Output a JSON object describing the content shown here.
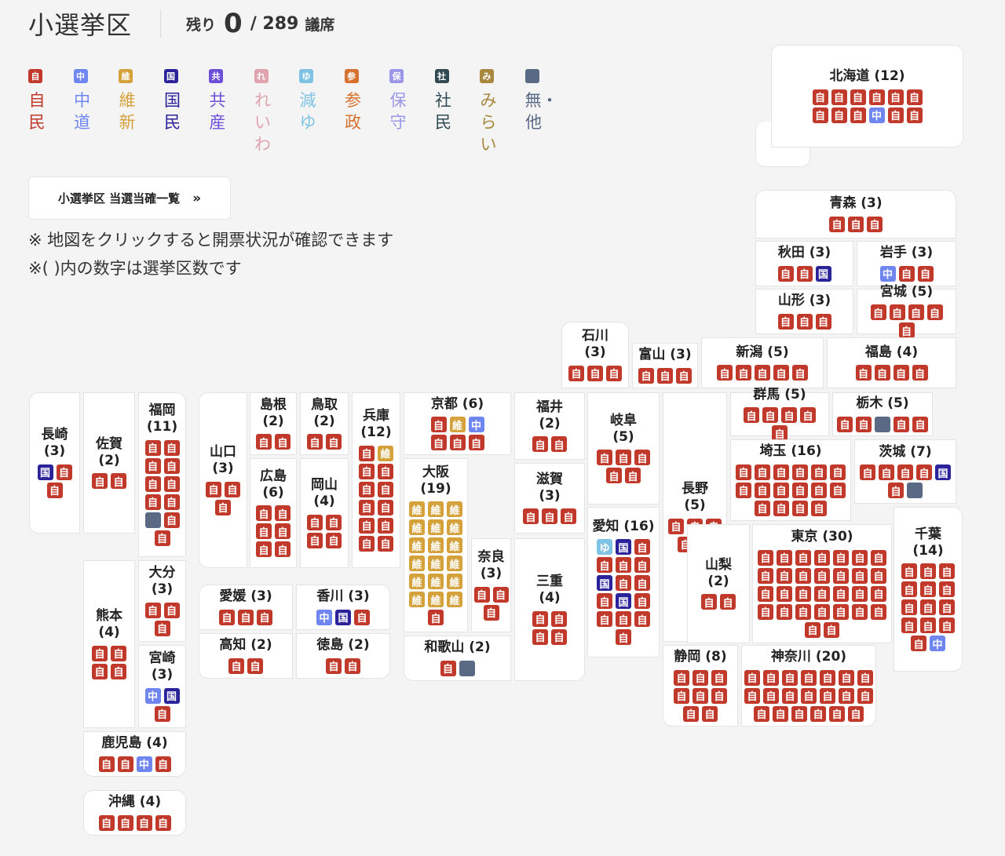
{
  "header": {
    "title": "小選挙区",
    "remaining_label": "残り",
    "remaining_count": "0",
    "total": "/ 289",
    "unit": "議席"
  },
  "parties": {
    "ldp": {
      "badge": "自",
      "name": "自民",
      "color": "#c0392b"
    },
    "chudo": {
      "badge": "中",
      "name": "中道",
      "color": "#6f86f0"
    },
    "ishin": {
      "badge": "維",
      "name": "維新",
      "color": "#d4a13a"
    },
    "dpp": {
      "badge": "国",
      "name": "国民",
      "color": "#2a239a"
    },
    "jcp": {
      "badge": "共",
      "name": "共産",
      "color": "#6b4fd8"
    },
    "reiwa": {
      "badge": "れ",
      "name": "れいわ",
      "color": "#e0a4ae"
    },
    "genzei": {
      "badge": "ゆ",
      "name": "減ゆ",
      "color": "#7ec3e3"
    },
    "sanseito": {
      "badge": "参",
      "name": "参政",
      "color": "#d6712f"
    },
    "hoshu": {
      "badge": "保",
      "name": "保守",
      "color": "#9a97e8"
    },
    "sdp": {
      "badge": "社",
      "name": "社民",
      "color": "#2f4a52"
    },
    "mirai": {
      "badge": "み",
      "name": "みらい",
      "color": "#a8873e"
    },
    "ind": {
      "badge": "",
      "name": "無・他",
      "color": "#5a6a85"
    }
  },
  "legend_order": [
    "ldp",
    "chudo",
    "ishin",
    "dpp",
    "jcp",
    "reiwa",
    "genzei",
    "sanseito",
    "hoshu",
    "sdp",
    "mirai",
    "ind"
  ],
  "list_button": {
    "label": "小選挙区 当選当確一覧",
    "icon": "double-chevron-right-icon"
  },
  "notes": [
    "※ 地図をクリックすると開票状況が確認できます",
    "※( )内の数字は選挙区数です"
  ],
  "prefectures": [
    {
      "id": "hokkaido",
      "name": "北海道 (12)",
      "seats": [
        "自",
        "自",
        "自",
        "自",
        "自",
        "自",
        "自",
        "自",
        "自",
        "中",
        "自",
        "自"
      ]
    },
    {
      "id": "aomori",
      "name": "青森 (3)",
      "seats": [
        "自",
        "自",
        "自"
      ]
    },
    {
      "id": "akita",
      "name": "秋田 (3)",
      "seats": [
        "自",
        "自",
        "国"
      ]
    },
    {
      "id": "iwate",
      "name": "岩手 (3)",
      "seats": [
        "中",
        "自",
        "自"
      ]
    },
    {
      "id": "yamagata",
      "name": "山形 (3)",
      "seats": [
        "自",
        "自",
        "自"
      ]
    },
    {
      "id": "miyagi",
      "name": "宮城 (5)",
      "seats": [
        "自",
        "自",
        "自",
        "自",
        "自"
      ]
    },
    {
      "id": "ishikawa",
      "name": "石川\n(3)",
      "seats": [
        "自",
        "自",
        "自"
      ]
    },
    {
      "id": "toyama",
      "name": "富山 (3)",
      "seats": [
        "自",
        "自",
        "自"
      ]
    },
    {
      "id": "niigata",
      "name": "新潟 (5)",
      "seats": [
        "自",
        "自",
        "自",
        "自",
        "自"
      ]
    },
    {
      "id": "fukushima",
      "name": "福島 (4)",
      "seats": [
        "自",
        "自",
        "自",
        "自"
      ]
    },
    {
      "id": "nagasaki",
      "name": "長崎\n(3)",
      "seats": [
        "国",
        "自",
        "自"
      ]
    },
    {
      "id": "saga",
      "name": "佐賀\n(2)",
      "seats": [
        "自",
        "自"
      ]
    },
    {
      "id": "fukuoka",
      "name": "福岡\n(11)",
      "seats": [
        "自",
        "自",
        "自",
        "自",
        "自",
        "自",
        "自",
        "自",
        "無",
        "自",
        "自"
      ]
    },
    {
      "id": "yamaguchi",
      "name": "山口\n(3)",
      "seats": [
        "自",
        "自",
        "自"
      ]
    },
    {
      "id": "shimane",
      "name": "島根\n(2)",
      "seats": [
        "自",
        "自"
      ]
    },
    {
      "id": "tottori",
      "name": "鳥取\n(2)",
      "seats": [
        "自",
        "自"
      ]
    },
    {
      "id": "hyogo",
      "name": "兵庫\n(12)",
      "seats": [
        "自",
        "維",
        "自",
        "自",
        "自",
        "自",
        "自",
        "自",
        "自",
        "自",
        "自",
        "自"
      ]
    },
    {
      "id": "kyoto",
      "name": "京都 (6)",
      "seats": [
        "自",
        "維",
        "中",
        "自",
        "自",
        "自"
      ]
    },
    {
      "id": "fukui",
      "name": "福井\n(2)",
      "seats": [
        "自",
        "自"
      ]
    },
    {
      "id": "gifu",
      "name": "岐阜\n(5)",
      "seats": [
        "自",
        "自",
        "自",
        "自",
        "自"
      ]
    },
    {
      "id": "nagano",
      "name": "長野\n(5)",
      "seats": [
        "自",
        "自",
        "自",
        "自",
        "自"
      ]
    },
    {
      "id": "gunma",
      "name": "群馬 (5)",
      "seats": [
        "自",
        "自",
        "自",
        "自",
        "自"
      ]
    },
    {
      "id": "tochigi",
      "name": "栃木 (5)",
      "seats": [
        "自",
        "自",
        "無",
        "自",
        "自"
      ]
    },
    {
      "id": "hiroshima",
      "name": "広島\n(6)",
      "seats": [
        "自",
        "自",
        "自",
        "自",
        "自",
        "自"
      ]
    },
    {
      "id": "okayama",
      "name": "岡山\n(4)",
      "seats": [
        "自",
        "自",
        "自",
        "自"
      ]
    },
    {
      "id": "osaka",
      "name": "大阪\n(19)",
      "seats": [
        "維",
        "維",
        "維",
        "維",
        "維",
        "維",
        "維",
        "維",
        "維",
        "維",
        "維",
        "維",
        "維",
        "維",
        "維",
        "維",
        "維",
        "維",
        "自"
      ]
    },
    {
      "id": "shiga",
      "name": "滋賀\n(3)",
      "seats": [
        "自",
        "自",
        "自"
      ]
    },
    {
      "id": "saitama",
      "name": "埼玉 (16)",
      "seats": [
        "自",
        "自",
        "自",
        "自",
        "自",
        "自",
        "自",
        "自",
        "自",
        "自",
        "自",
        "自",
        "自",
        "自",
        "自",
        "自"
      ]
    },
    {
      "id": "ibaraki",
      "name": "茨城 (7)",
      "seats": [
        "自",
        "自",
        "自",
        "自",
        "国",
        "自",
        "無"
      ]
    },
    {
      "id": "aichi",
      "name": "愛知 (16)",
      "seats": [
        "ゆ",
        "国",
        "自",
        "自",
        "自",
        "自",
        "国",
        "自",
        "自",
        "自",
        "国",
        "自",
        "自",
        "自",
        "自",
        "自"
      ]
    },
    {
      "id": "chiba",
      "name": "千葉\n(14)",
      "seats": [
        "自",
        "自",
        "自",
        "自",
        "自",
        "自",
        "自",
        "自",
        "自",
        "自",
        "自",
        "自",
        "自",
        "中"
      ]
    },
    {
      "id": "nara",
      "name": "奈良\n(3)",
      "seats": [
        "自",
        "自",
        "自"
      ]
    },
    {
      "id": "mie",
      "name": "三重\n(4)",
      "seats": [
        "自",
        "自",
        "自",
        "自"
      ]
    },
    {
      "id": "yamanashi",
      "name": "山梨\n(2)",
      "seats": [
        "自",
        "自"
      ]
    },
    {
      "id": "tokyo",
      "name": "東京 (30)",
      "seats": [
        "自",
        "自",
        "自",
        "自",
        "自",
        "自",
        "自",
        "自",
        "自",
        "自",
        "自",
        "自",
        "自",
        "自",
        "自",
        "自",
        "自",
        "自",
        "自",
        "自",
        "自",
        "自",
        "自",
        "自",
        "自",
        "自",
        "自",
        "自",
        "自",
        "自"
      ]
    },
    {
      "id": "kumamoto",
      "name": "熊本\n(4)",
      "seats": [
        "自",
        "自",
        "自",
        "自"
      ]
    },
    {
      "id": "oita",
      "name": "大分\n(3)",
      "seats": [
        "自",
        "自",
        "自"
      ]
    },
    {
      "id": "miyazaki",
      "name": "宮崎\n(3)",
      "seats": [
        "中",
        "国",
        "自"
      ]
    },
    {
      "id": "ehime",
      "name": "愛媛 (3)",
      "seats": [
        "自",
        "自",
        "自"
      ]
    },
    {
      "id": "kagawa",
      "name": "香川 (3)",
      "seats": [
        "中",
        "国",
        "自"
      ]
    },
    {
      "id": "kochi",
      "name": "高知 (2)",
      "seats": [
        "自",
        "自"
      ]
    },
    {
      "id": "tokushima",
      "name": "徳島 (2)",
      "seats": [
        "自",
        "自"
      ]
    },
    {
      "id": "wakayama",
      "name": "和歌山 (2)",
      "seats": [
        "自",
        "無"
      ]
    },
    {
      "id": "shizuoka",
      "name": "静岡 (8)",
      "seats": [
        "自",
        "自",
        "自",
        "自",
        "自",
        "自",
        "自",
        "自"
      ]
    },
    {
      "id": "kanagawa",
      "name": "神奈川 (20)",
      "seats": [
        "自",
        "自",
        "自",
        "自",
        "自",
        "自",
        "自",
        "自",
        "自",
        "自",
        "自",
        "自",
        "自",
        "自",
        "自",
        "自",
        "自",
        "自",
        "自",
        "自"
      ]
    },
    {
      "id": "kagoshima",
      "name": "鹿児島 (4)",
      "seats": [
        "自",
        "自",
        "中",
        "自"
      ]
    },
    {
      "id": "okinawa",
      "name": "沖縄 (4)",
      "seats": [
        "自",
        "自",
        "自",
        "自"
      ]
    }
  ]
}
